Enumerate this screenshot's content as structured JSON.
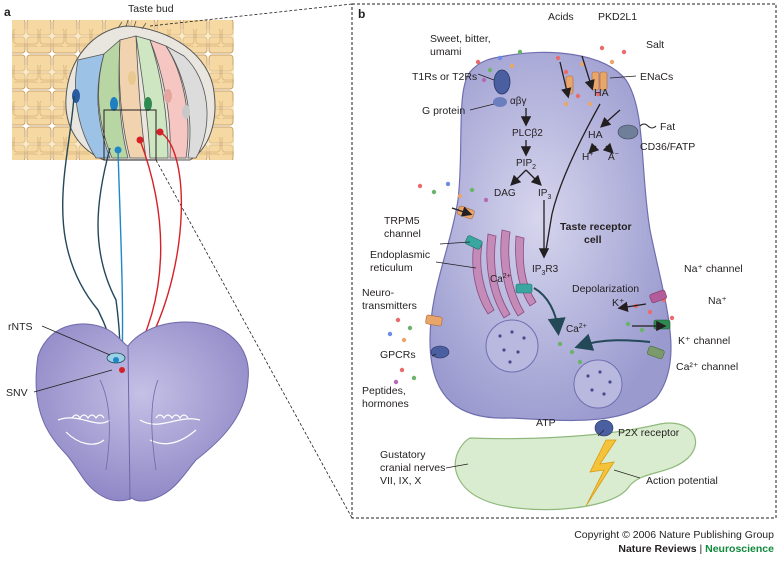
{
  "panel_a": {
    "letter": "a",
    "title": "Taste bud",
    "labels": {
      "rnts": "rNTS",
      "snv": "SNV"
    }
  },
  "panel_b": {
    "letter": "b",
    "stimuli": {
      "sweet": [
        "Sweet, bitter,",
        "umami"
      ],
      "acids": "Acids",
      "pkd2l1": "PKD2L1",
      "salt": "Salt"
    },
    "receptors": {
      "t1r": "T1Rs or T2Rs",
      "enac": "ENaCs",
      "gprotein": "G protein",
      "abg": "αβγ"
    },
    "pathway": {
      "plcb2": "PLCβ2",
      "pip2": "PIP",
      "pip2_sub": "2",
      "dag": "DAG",
      "ip3": "IP",
      "ip3_sub": "3",
      "ip3r3_pre": "IP",
      "ip3r3_sub": "3",
      "ip3r3_post": "R3"
    },
    "acid": {
      "ha1": "HA",
      "ha2": "HA",
      "h": "H",
      "h_sup": "+",
      "a": "A",
      "a_sup": "−"
    },
    "fat": {
      "fat": "Fat",
      "cd36": "CD36/FATP"
    },
    "cell": {
      "name1": "Taste receptor",
      "name2": "cell"
    },
    "trpm5": [
      "TRPM5",
      "channel"
    ],
    "er": [
      "Endoplasmic",
      "reticulum"
    ],
    "ca_er": "Ca",
    "ca_er_sup": "2+",
    "ca_main": "Ca",
    "ca_main_sup": "2+",
    "depolarization": "Depolarization",
    "channels": {
      "na_ch": "Na⁺ channel",
      "na": "Na⁺",
      "k": "K⁺",
      "k_ch": "K⁺ channel",
      "ca_ch": "Ca²⁺ channel"
    },
    "neurotransmitters": [
      "Neuro-",
      "transmitters"
    ],
    "gpcrs": "GPCRs",
    "peptides": [
      "Peptides,",
      "hormones"
    ],
    "atp": "ATP",
    "p2x": "P2X receptor",
    "nerves": [
      "Gustatory",
      "cranial nerves",
      "VII, IX, X"
    ],
    "action_potential": "Action potential"
  },
  "copyright": {
    "line1": "Copyright © 2006 Nature Publishing Group",
    "brand": "Nature Reviews",
    "sep": " | ",
    "journal": "Neuroscience"
  },
  "colors": {
    "cell_fill": "#a9a9d6",
    "brainstem": "#9a93cf",
    "nerve": "#c9e2b9",
    "red": "#d62027",
    "blue": "#1f86c7",
    "dark": "#234857"
  }
}
